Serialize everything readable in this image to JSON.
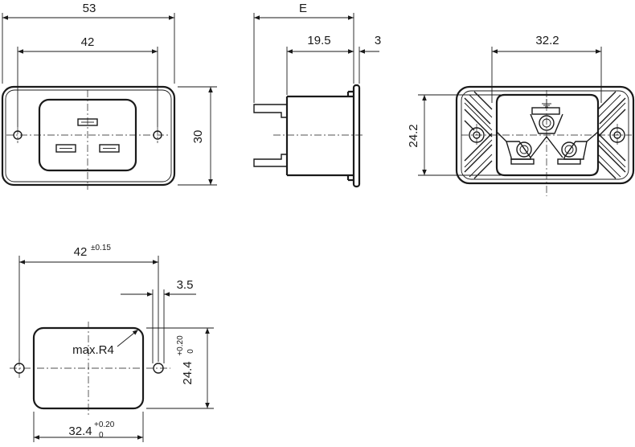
{
  "dimensions": {
    "front_width": "53",
    "front_inner_width": "42",
    "front_height": "30",
    "side_length": "E",
    "side_body": "19.5",
    "side_flange": "3",
    "back_width": "32.2",
    "back_height": "24.2",
    "cutout_pitch": "42",
    "cutout_pitch_tol": "±0.15",
    "cutout_hole": "3.5",
    "cutout_height": "24.4",
    "cutout_height_tol_upper": "+0.20",
    "cutout_height_tol_lower": "0",
    "cutout_width": "32.4",
    "cutout_width_tol_upper": "+0.20",
    "cutout_width_tol_lower": "0",
    "corner_radius": "max.R4"
  }
}
